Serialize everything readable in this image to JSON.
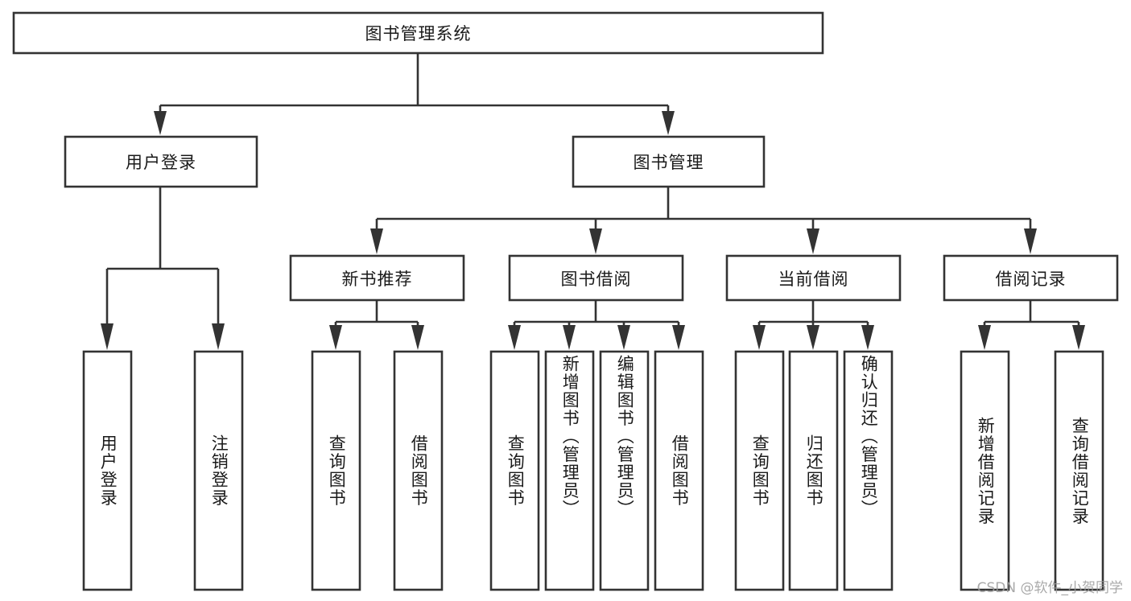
{
  "diagram": {
    "type": "tree-hierarchy",
    "title": "图书管理系统",
    "orientation": "top-down",
    "watermark": "CSDN @软件_小贺同学",
    "colors": {
      "box_stroke": "#333333",
      "box_fill": "#ffffff",
      "text": "#1a1a1a",
      "background": "#ffffff",
      "watermark": "#9b9b9b"
    },
    "nodes": {
      "root": {
        "label": "图书管理系统",
        "level": 1,
        "orientation": "horizontal"
      },
      "level2": [
        {
          "id": "user-login",
          "label": "用户登录",
          "orientation": "horizontal"
        },
        {
          "id": "book-manage",
          "label": "图书管理",
          "orientation": "horizontal"
        }
      ],
      "level3": [
        {
          "id": "new-book-recommend",
          "label": "新书推荐",
          "orientation": "horizontal"
        },
        {
          "id": "book-borrow",
          "label": "图书借阅",
          "orientation": "horizontal"
        },
        {
          "id": "current-borrow",
          "label": "当前借阅",
          "orientation": "horizontal"
        },
        {
          "id": "borrow-record",
          "label": "借阅记录",
          "orientation": "horizontal"
        }
      ],
      "leaves": [
        {
          "id": "leaf-user-login",
          "label": "用户登录",
          "parent": "user-login",
          "orientation": "vertical"
        },
        {
          "id": "leaf-user-logout",
          "label": "注销登录",
          "parent": "user-login",
          "orientation": "vertical"
        },
        {
          "id": "leaf-query-book-1",
          "label": "查询图书",
          "parent": "new-book-recommend",
          "orientation": "vertical"
        },
        {
          "id": "leaf-borrow-book-1",
          "label": "借阅图书",
          "parent": "new-book-recommend",
          "orientation": "vertical"
        },
        {
          "id": "leaf-query-book-2",
          "label": "查询图书",
          "parent": "book-borrow",
          "orientation": "vertical"
        },
        {
          "id": "leaf-add-book",
          "label": "新增图书（管理员）",
          "parent": "book-borrow",
          "orientation": "vertical"
        },
        {
          "id": "leaf-edit-book",
          "label": "编辑图书（管理员）",
          "parent": "book-borrow",
          "orientation": "vertical"
        },
        {
          "id": "leaf-borrow-book-2",
          "label": "借阅图书",
          "parent": "book-borrow",
          "orientation": "vertical"
        },
        {
          "id": "leaf-query-book-3",
          "label": "查询图书",
          "parent": "current-borrow",
          "orientation": "vertical"
        },
        {
          "id": "leaf-return-book",
          "label": "归还图书",
          "parent": "current-borrow",
          "orientation": "vertical"
        },
        {
          "id": "leaf-confirm-return",
          "label": "确认归还（管理员）",
          "parent": "current-borrow",
          "orientation": "vertical"
        },
        {
          "id": "leaf-add-record",
          "label": "新增借阅记录",
          "parent": "borrow-record",
          "orientation": "vertical"
        },
        {
          "id": "leaf-query-record",
          "label": "查询借阅记录",
          "parent": "borrow-record",
          "orientation": "vertical"
        }
      ]
    }
  }
}
